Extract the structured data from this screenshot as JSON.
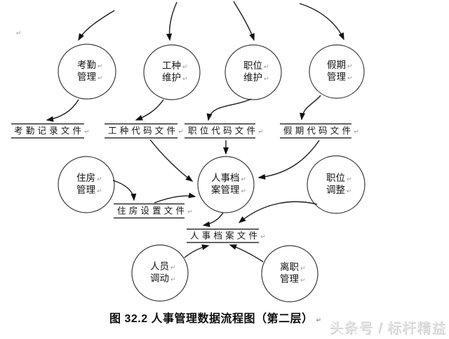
{
  "figure": {
    "caption": "图 32.2 人事管理数据流程图（第二层）"
  },
  "watermark": {
    "text": "头条号 / 标杆精益"
  },
  "marks": {
    "paragraph": "↵"
  },
  "diagram": {
    "type": "data-flow-diagram",
    "processes": [
      {
        "id": "attendance-management",
        "label": "考勤管理",
        "line1": "考勤",
        "line2": "管理"
      },
      {
        "id": "worktype-maintenance",
        "label": "工种维护",
        "line1": "工种",
        "line2": "维护"
      },
      {
        "id": "position-maintenance",
        "label": "职位维护",
        "line1": "职位",
        "line2": "维护"
      },
      {
        "id": "vacation-management",
        "label": "假期管理",
        "line1": "假期",
        "line2": "管理"
      },
      {
        "id": "housing-management",
        "label": "住房管理",
        "line1": "住房",
        "line2": "管理"
      },
      {
        "id": "personnel-archive-management",
        "label": "人事档案管理",
        "line1": "人事档",
        "line2": "案管理"
      },
      {
        "id": "position-adjustment",
        "label": "职位调整",
        "line1": "职位",
        "line2": "调整"
      },
      {
        "id": "personnel-transfer",
        "label": "人员调动",
        "line1": "人员",
        "line2": "调动"
      },
      {
        "id": "resignation-management",
        "label": "离职管理",
        "line1": "离职",
        "line2": "管理"
      }
    ],
    "stores": [
      {
        "id": "attendance-record-file",
        "label": "考勤记录文件"
      },
      {
        "id": "worktype-code-file",
        "label": "工种代码文件"
      },
      {
        "id": "position-code-file",
        "label": "职位代码文件"
      },
      {
        "id": "vacation-code-file",
        "label": "假期代码文件"
      },
      {
        "id": "housing-setting-file",
        "label": "住房设置文件"
      },
      {
        "id": "personnel-archive-file",
        "label": "人事档案文件"
      }
    ],
    "flows": [
      "offpage → 考勤管理",
      "offpage → 工种维护",
      "offpage → 职位维护",
      "offpage → 假期管理",
      "考勤管理 → 考勤记录文件",
      "工种维护 → 工种代码文件",
      "职位维护 → 职位代码文件",
      "假期管理 → 假期代码文件",
      "工种代码文件 → 人事档案管理",
      "职位代码文件 → 人事档案管理",
      "假期代码文件 → 人事档案管理",
      "住房管理 → 住房设置文件",
      "住房设置文件 → 人事档案管理",
      "人事档案管理 → 人事档案文件",
      "职位调整 → 人事档案文件",
      "人员调动 → 人事档案文件",
      "离职管理 → 人事档案文件"
    ]
  },
  "colors": {
    "background": "#ffffff",
    "line": "#1b1b1b",
    "text": "#141414",
    "paragraph_mark": "#9a9a9a",
    "watermark": "#e9e9e9"
  }
}
